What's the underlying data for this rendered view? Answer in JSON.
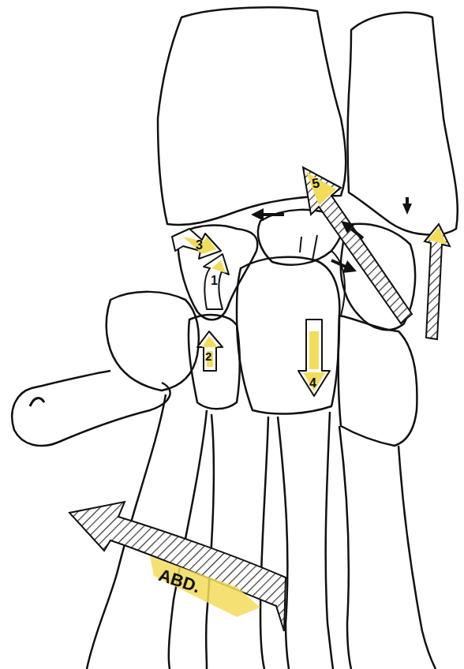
{
  "diagram": {
    "labels": [
      "3",
      "1",
      "2",
      "4",
      "5",
      "ABD."
    ]
  }
}
